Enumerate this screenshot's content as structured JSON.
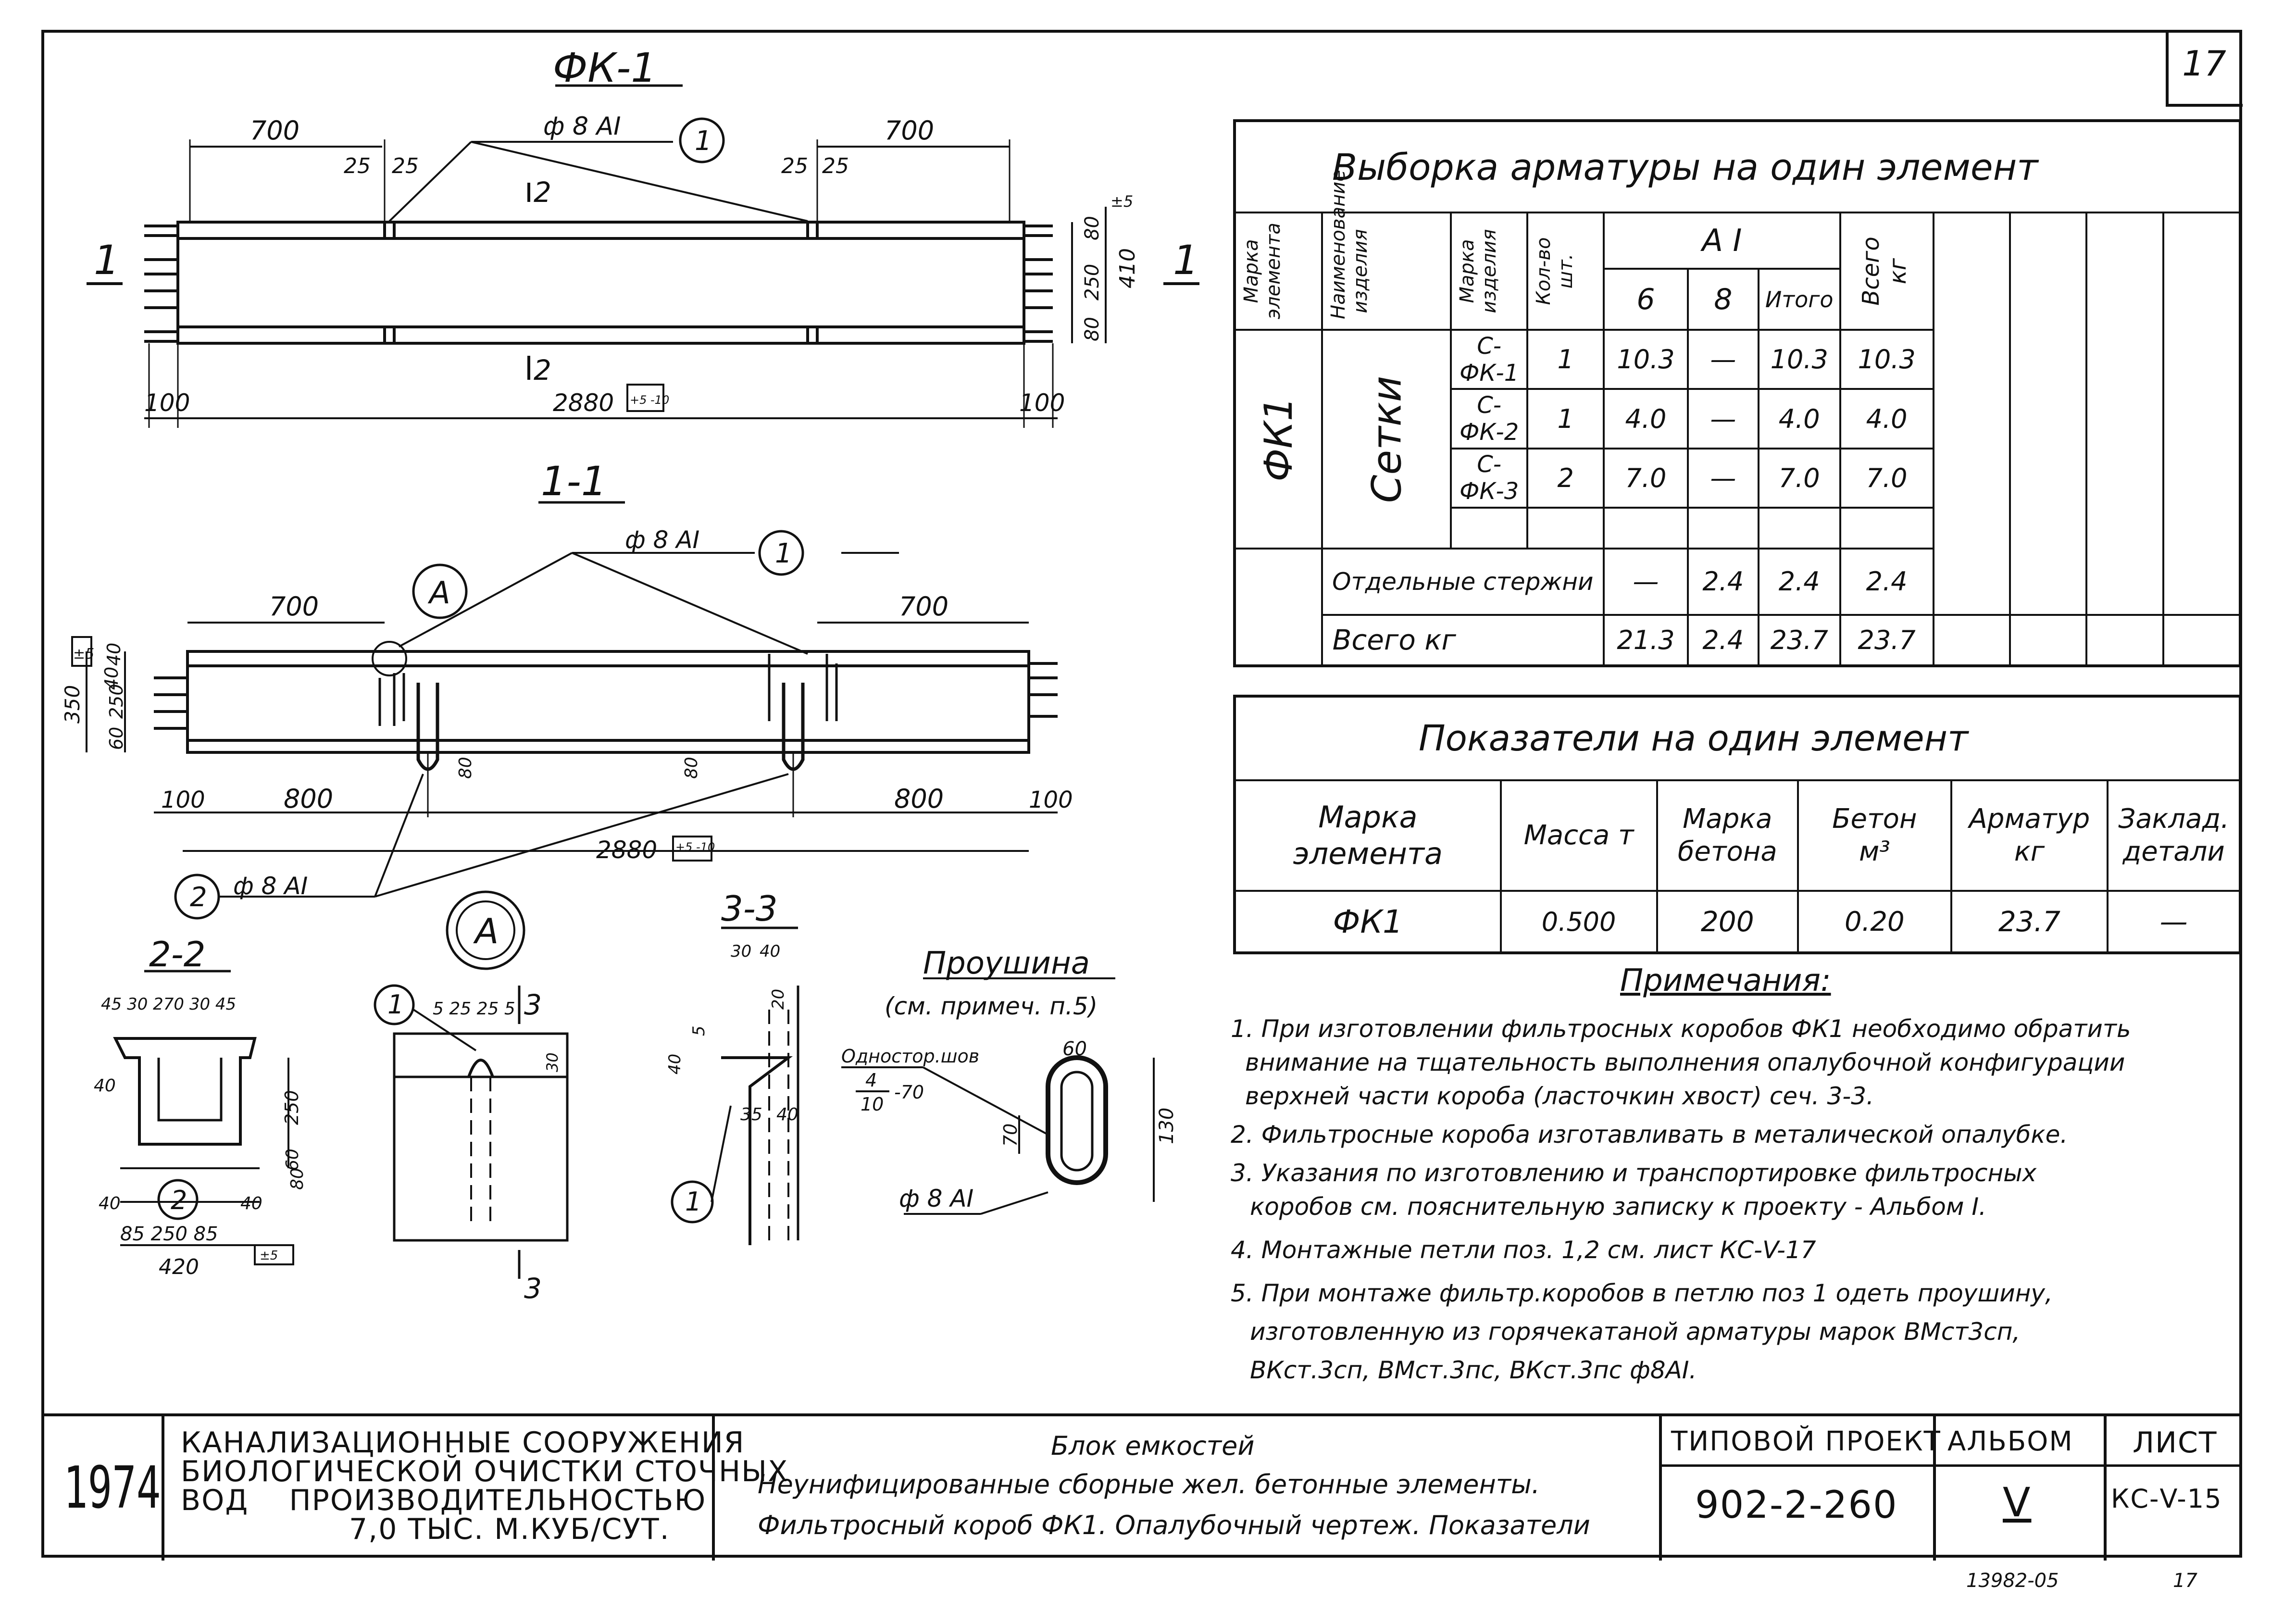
{
  "sheet_number": "17",
  "drawings": {
    "fk1_title": "ФК-1",
    "section_1_1_title": "1-1",
    "section_2_2_title": "2-2",
    "section_3_3_title": "3-3",
    "detail_a_title": "А",
    "eye_title": "Проушина",
    "eye_subtitle": "(см. примеч. п.5)",
    "eye_weld": "Одностор.шов",
    "eye_weld_frac_top": "4",
    "eye_weld_frac_bottom": "10",
    "eye_weld_len": "-70",
    "eye_dim_60": "60",
    "eye_dim_70": "70",
    "eye_dim_130": "130",
    "eye_bar": "ф 8 АI",
    "fk1": {
      "dim_700_left": "700",
      "dim_700_right": "700",
      "dim_25a": "25",
      "dim_25b": "25",
      "dim_25c": "25",
      "dim_25d": "25",
      "bar_label": "ф 8 АI",
      "callout_1": "1",
      "dim_80a": "80",
      "dim_250": "250",
      "dim_80b": "80",
      "dim_410": "410",
      "tol_5": "±5",
      "dim_100_left": "100",
      "dim_2880": "2880",
      "tol_2880": "+5 -10",
      "dim_100_right": "100",
      "cut_1_left": "1",
      "cut_1_right": "1",
      "cut_2_top": "2",
      "cut_2_bottom": "2"
    },
    "s11": {
      "callout_a": "А",
      "bar_label": "ф 8 АI",
      "callout_1": "1",
      "dim_700_left": "700",
      "dim_700_right": "700",
      "tol_5": "±5",
      "dim_40a": "40",
      "dim_250": "250",
      "dim_40b": "40",
      "dim_350": "350",
      "dim_60": "60",
      "dim_80a": "80",
      "dim_80b": "80",
      "dim_100_left": "100",
      "dim_800_left": "800",
      "dim_800_right": "800",
      "dim_100_right": "100",
      "dim_2880": "2880",
      "tol_2880": "+5 -10",
      "callout_2": "2",
      "bar_label_2": "ф 8 АI"
    },
    "s22": {
      "dims_top": "45  30 270  30 45",
      "dim_40_left": "40",
      "dim_250": "250",
      "dim_60": "60",
      "dim_80": "80",
      "dim_40_bl": "40",
      "dim_40_br": "40",
      "callout_2": "2",
      "dims_bottom": "85  250  85",
      "dim_420": "420",
      "tol_5": "±5"
    },
    "detail_a": {
      "callout_1": "1",
      "dims": "5 25 25 5",
      "cut_3_top": "3",
      "cut_3_bottom": "3",
      "dim_30": "30"
    },
    "s33": {
      "dim_30": "30",
      "dim_40": "40",
      "dim_20": "20",
      "dim_40_left": "40",
      "dim_5": "5",
      "dim_35": "35",
      "dim_40_right": "40",
      "callout_1": "1"
    }
  },
  "rebar_table": {
    "title": "Выборка арматуры на один элемент",
    "col_mark": "Марка элемента",
    "col_name": "Наименование изделия",
    "col_item": "Марка изделия",
    "col_qty": "Кол-во шт.",
    "col_ai": "А I",
    "col_6": "6",
    "col_8": "8",
    "col_total": "Итого",
    "col_all": "Всего кг",
    "element": "ФК1",
    "group": "Сетки",
    "rows": [
      {
        "item": "С-ФК-1",
        "qty": "1",
        "d6": "10.3",
        "d8": "—",
        "total": "10.3",
        "all": "10.3"
      },
      {
        "item": "С-ФК-2",
        "qty": "1",
        "d6": "4.0",
        "d8": "—",
        "total": "4.0",
        "all": "4.0"
      },
      {
        "item": "С-ФК-3",
        "qty": "2",
        "d6": "7.0",
        "d8": "—",
        "total": "7.0",
        "all": "7.0"
      }
    ],
    "separate_label": "Отдельные стержни",
    "separate": {
      "d6": "—",
      "d8": "2.4",
      "total": "2.4",
      "all": "2.4"
    },
    "total_label": "Всего кг",
    "totals": {
      "d6": "21.3",
      "d8": "2.4",
      "total": "23.7",
      "all": "23.7"
    }
  },
  "indicators_table": {
    "title": "Показатели на один элемент",
    "headers": [
      "Марка элемента",
      "Масса т",
      "Марка бетона",
      "Бетон м³",
      "Арматур кг",
      "Заклад. детали"
    ],
    "row": [
      "ФК1",
      "0.500",
      "200",
      "0.20",
      "23.7",
      "—"
    ]
  },
  "notes": {
    "title": "Примечания:",
    "lines": [
      "1. При изготовлении фильтросных коробов ФК1 необходимо обратить",
      "внимание на тщательность выполнения опалубочной конфигурации",
      "верхней части короба (ласточкин хвост)   сеч. 3-3.",
      "2. Фильтросные короба изготавливать в металической опалубке.",
      "3. Указания по изготовлению и транспортировке фильтросных",
      "коробов см. пояснительную записку к проекту - Альбом I.",
      "4. Монтажные петли поз. 1,2 см. лист КС-V-17",
      "5. При монтаже фильтр.коробов в петлю поз 1 одеть проушину,",
      "изготовленную из горячекатаной арматуры марок ВМст3сп,",
      "ВКст.3сп, ВМст.3пс, ВКст.3пс ф8АI."
    ]
  },
  "stamp": {
    "year": "1974",
    "org_line1": "КАНАЛИЗАЦИОННЫЕ СООРУЖЕНИЯ",
    "org_line2": "БИОЛОГИЧЕСКОЙ ОЧИСТКИ СТОЧНЫХ",
    "org_line3": "ВОД    ПРОИЗВОДИТЕЛЬНОСТЬЮ",
    "org_line4": "7,0 ТЫС. М.КУБ/СУТ.",
    "desc_line1": "Блок емкостей",
    "desc_line2": "Неунифицированные сборные жел. бетонные элементы.",
    "desc_line3": "Фильтросный короб ФК1. Опалубочный чертеж. Показатели",
    "project_label": "ТИПОВОЙ ПРОЕКТ",
    "project_value": "902-2-260",
    "album_label": "АЛЬБОМ",
    "album_value": "V",
    "sheet_label": "ЛИСТ",
    "sheet_value": "КС-V-15"
  },
  "footer": {
    "code": "13982-05",
    "page": "17"
  }
}
